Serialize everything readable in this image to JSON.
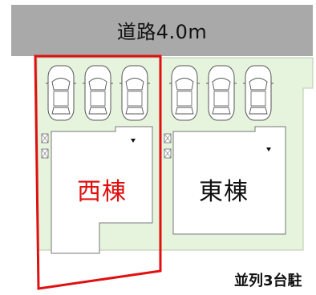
{
  "road": {
    "label": "道路4.0m"
  },
  "buildings": {
    "west": {
      "label": "西棟"
    },
    "east": {
      "label": "東棟"
    }
  },
  "caption": "並列3台駐",
  "colors": {
    "road": "#a9a9a9",
    "lot": "#e6f4de",
    "highlight": "#e01010",
    "building": "#ffffff"
  },
  "cars_per_building": 3,
  "icons": [
    "car-top-view-icon",
    "arrow-down-marker-icon",
    "meter-box-icon"
  ]
}
